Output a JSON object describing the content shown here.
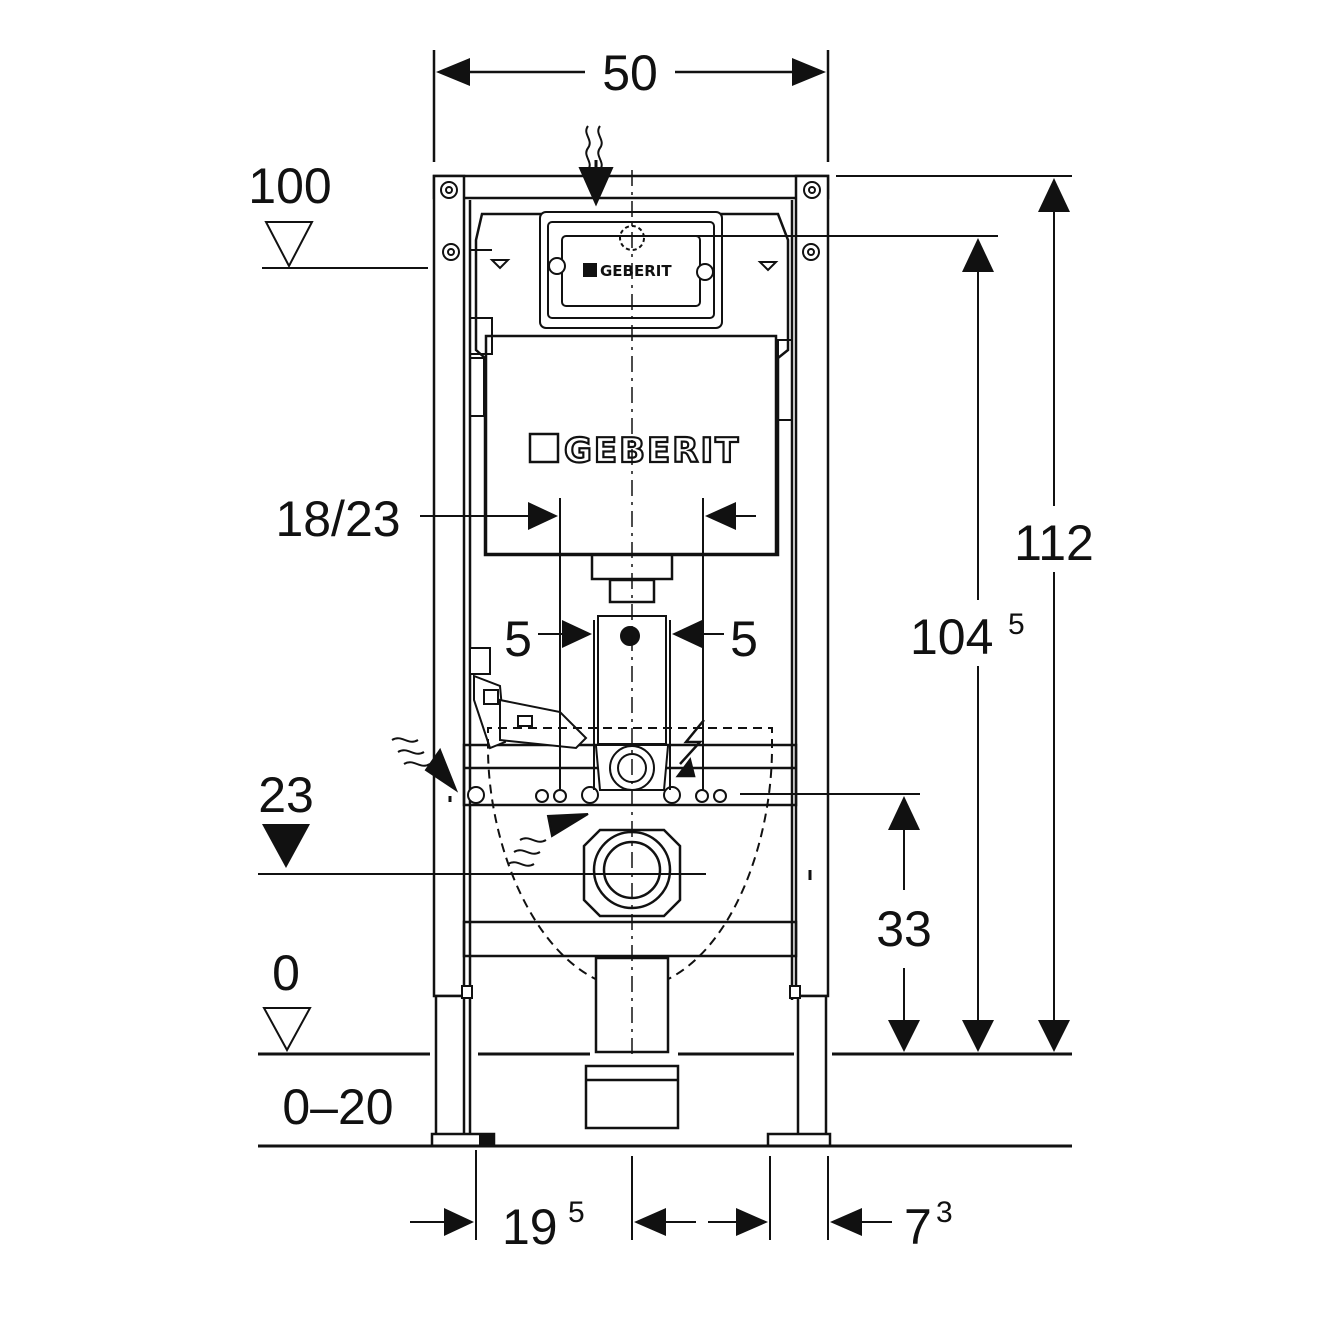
{
  "labels": {
    "width_total": "50",
    "level_top": "100",
    "width_inner": "18/23",
    "offset_left": "5",
    "offset_right": "5",
    "level_23": "23",
    "level_0": "0",
    "range_floor": "0–20",
    "height_33": "33",
    "height_1045_main": "104",
    "height_1045_sup": "5",
    "height_112": "112",
    "bottom_left_main": "19",
    "bottom_left_sup": "5",
    "bottom_right_main": "7",
    "bottom_right_sup": "3"
  },
  "branding": {
    "cistern_logo": "GEBERIT",
    "plate_logo": "GEBERIT"
  },
  "colors": {
    "line": "#111111",
    "background": "#ffffff"
  }
}
